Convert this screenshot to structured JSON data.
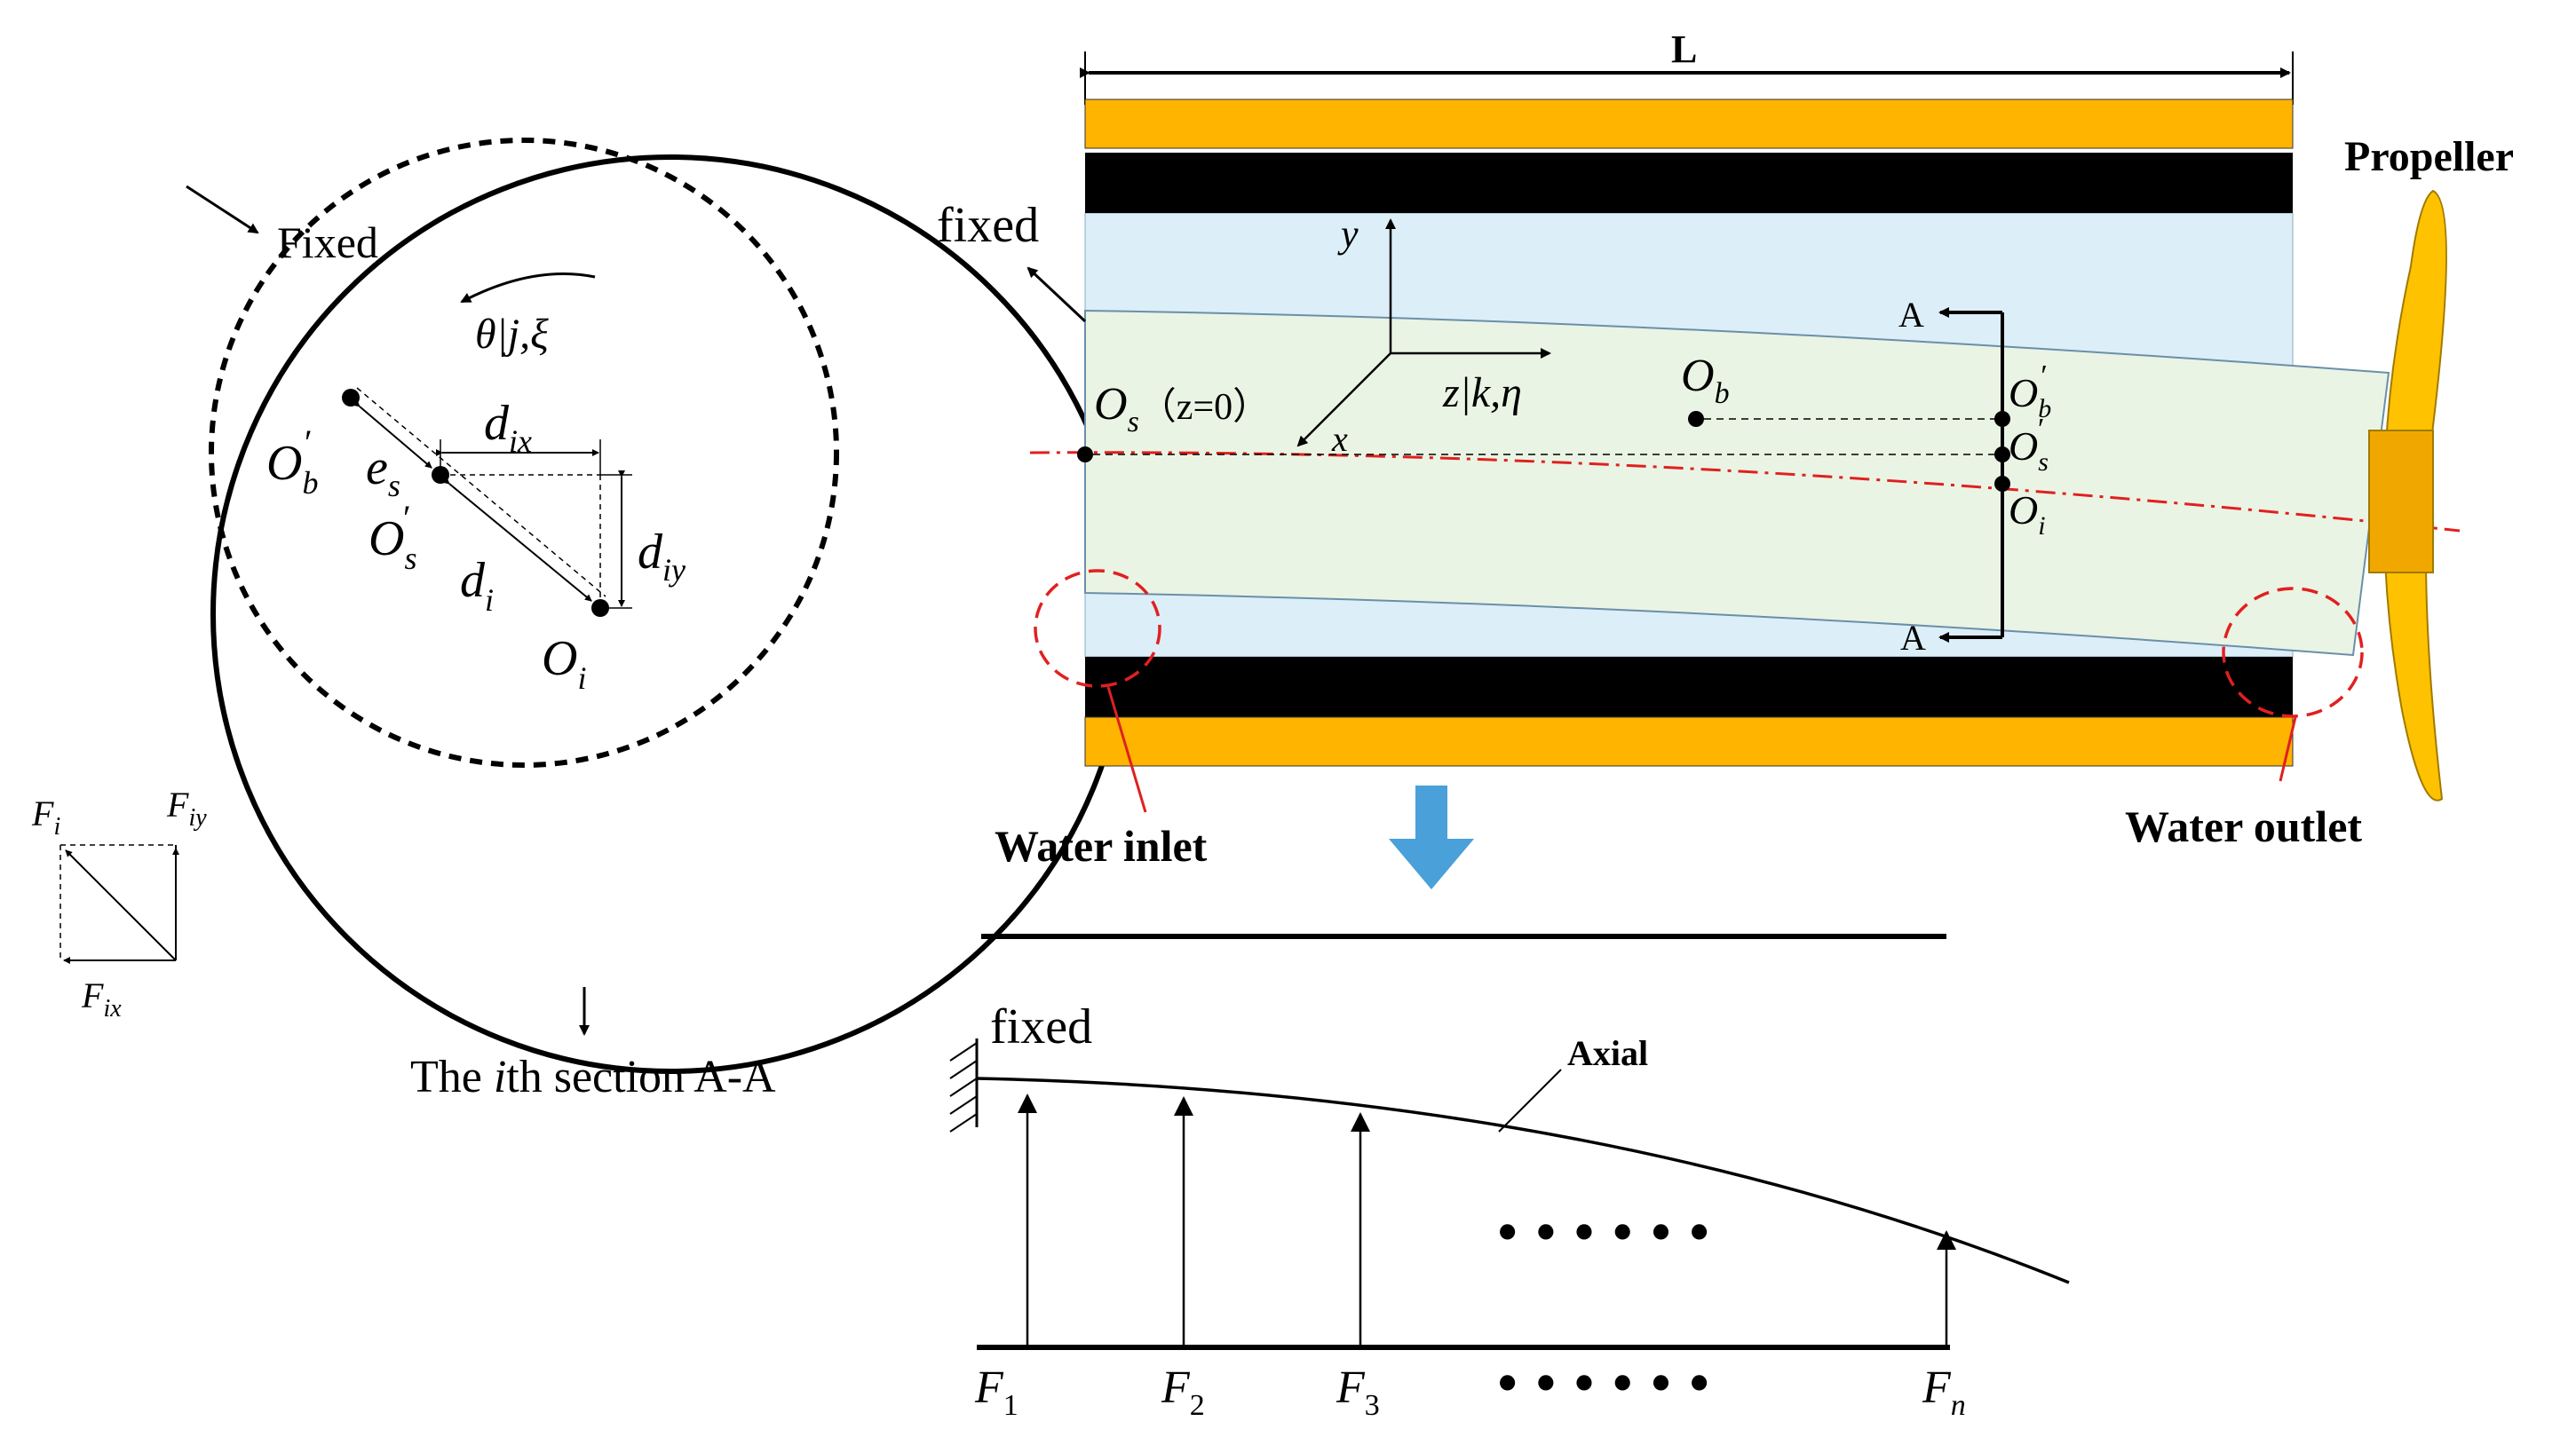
{
  "colors": {
    "bearing": "#FFB400",
    "liner": "#000000",
    "water_film": "#DCEEF8",
    "shaft": "#EAF4E4",
    "axis_line": "#E02020",
    "arrow_blue": "#4AA0D8",
    "circle": "#000000"
  },
  "section": {
    "fixed_label": "Fixed",
    "theta_label": "θ|j,ξ",
    "Ob_label": "O",
    "Ob_prime_sub": "b",
    "es_label": "e",
    "es_sub": "s",
    "Os_label": "O",
    "Os_sub": "s",
    "dix_label": "d",
    "dix_sub": "ix",
    "diy_label": "d",
    "diy_sub": "iy",
    "di_label": "d",
    "di_sub": "i",
    "Oi_label": "O",
    "Oi_sub": "i",
    "caption_pre": "The ",
    "caption_it": "i",
    "caption_post": "th section A-A"
  },
  "forces": {
    "Fi_label": "F",
    "Fi_sub": "i",
    "Fiy_label": "F",
    "Fiy_sub": "iy",
    "Fix_label": "F",
    "Fix_sub": "ix"
  },
  "bearing": {
    "length_label": "L",
    "propeller_label": "Propeller",
    "fixed_label": "fixed",
    "y_label": "y",
    "x_label": "x",
    "z_label": "z|k,η",
    "Os_label": "O",
    "Os_sub": "s",
    "Os_note": "（z=0）",
    "Ob_label": "O",
    "Ob_sub": "b",
    "Ob_prime_label": "O",
    "Ob_prime_sub": "b",
    "Os_prime_label": "O",
    "Os_prime_sub": "s",
    "Oi_label": "O",
    "Oi_sub": "i",
    "A_top": "A",
    "A_bottom": "A",
    "water_inlet": "Water inlet",
    "water_outlet": "Water outlet"
  },
  "beam": {
    "fixed_label": "fixed",
    "axial_label": "Axial",
    "dots": "• • • • • •",
    "forces": [
      {
        "label": "F",
        "sub": "1"
      },
      {
        "label": "F",
        "sub": "2"
      },
      {
        "label": "F",
        "sub": "3"
      },
      {
        "label": "F",
        "sub": "n"
      }
    ]
  }
}
